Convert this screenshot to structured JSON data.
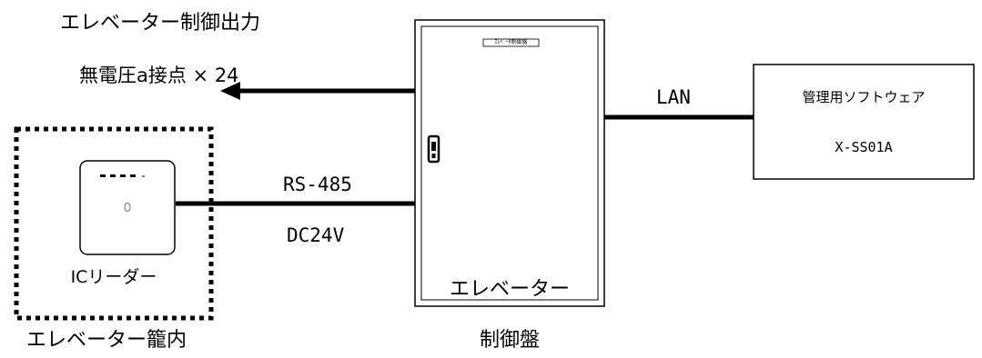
{
  "output_title": "エレベーター制御出力",
  "output_detail": "無電圧a接点 × 24",
  "lan_label": "LAN",
  "software": {
    "name": "管理用ソフトウェア",
    "model": "X-SS01A"
  },
  "reader": {
    "label": "ICリーダー",
    "location": "エレベーター籠内"
  },
  "cable": {
    "protocol": "RS-485",
    "power": "DC24V"
  },
  "panel": {
    "plate": "ｴﾚﾍﾞｰﾀ制御盤",
    "name_line1": "エレベーター",
    "name_line2": "制御盤"
  }
}
